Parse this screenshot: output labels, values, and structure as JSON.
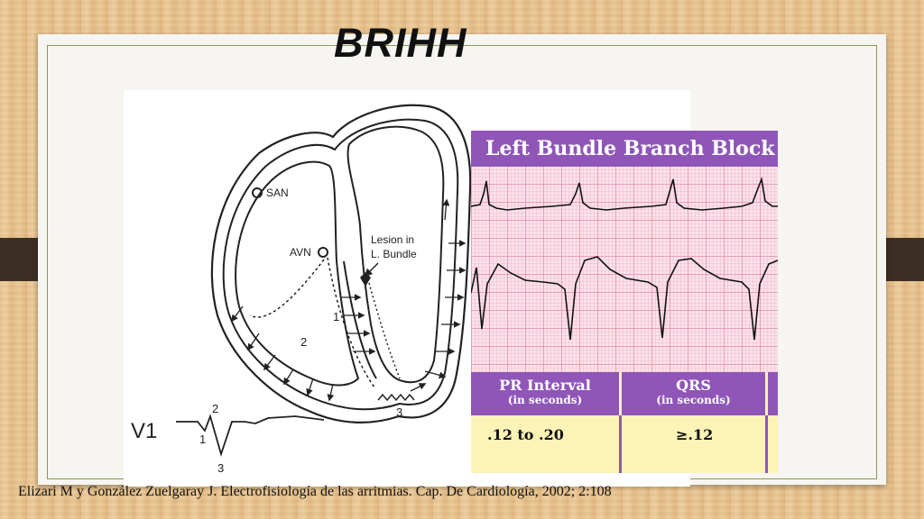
{
  "slide": {
    "title": "BRIHH",
    "citation": "Elizari M y González Zuelgaray J. Electrofisiología de las arritmias. Cap. De Cardiología, 2002; 2:108"
  },
  "heart_diagram": {
    "san_label": "SAN",
    "avn_label": "AVN",
    "lesion_label_line1": "Lesion in",
    "lesion_label_line2": "L. Bundle",
    "path_labels": [
      "1",
      "2",
      "3"
    ],
    "v1_label": "V1",
    "v1_wave_labels": [
      "2",
      "1",
      "3"
    ]
  },
  "lbbb_panel": {
    "title": "Left Bundle Branch Block",
    "table": {
      "columns": [
        {
          "header": "PR Interval",
          "subheader": "(in seconds)",
          "value": ".12 to .20"
        },
        {
          "header": "QRS",
          "subheader": "(in seconds)",
          "value": "≥.12"
        }
      ]
    },
    "colors": {
      "accent": "#8f56b8",
      "grid": "#fbe2ea",
      "table_bg": "#fdf3b7"
    }
  }
}
